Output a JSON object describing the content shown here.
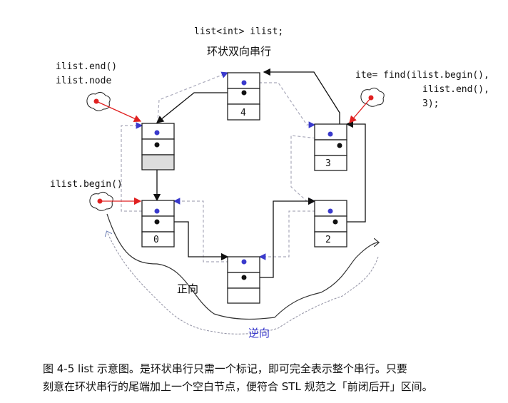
{
  "header": {
    "code": "list<int> ilist;",
    "title": "环状双向串行"
  },
  "labels": {
    "end_line1": "ilist.end()",
    "end_line2": "ilist.node",
    "begin": "ilist.begin()",
    "find_line1": "ite= find(ilist.begin(),",
    "find_line2": "ilist.end(),",
    "find_line3": "3);",
    "forward": "正向",
    "backward": "逆向"
  },
  "nodes": {
    "n4": "4",
    "n3": "3",
    "n0": "0",
    "n2": "2"
  },
  "colors": {
    "prev_dot": "#3a3acc",
    "pointer": "#e02020",
    "backward": "#3a3acc"
  },
  "caption": {
    "line1": "图 4-5  list 示意图。是环状串行只需一个标记，即可完全表示整个串行。只要",
    "line2": "刻意在环状串行的尾端加上一个空白节点，便符合 STL 规范之「前闭后开」区间。"
  }
}
